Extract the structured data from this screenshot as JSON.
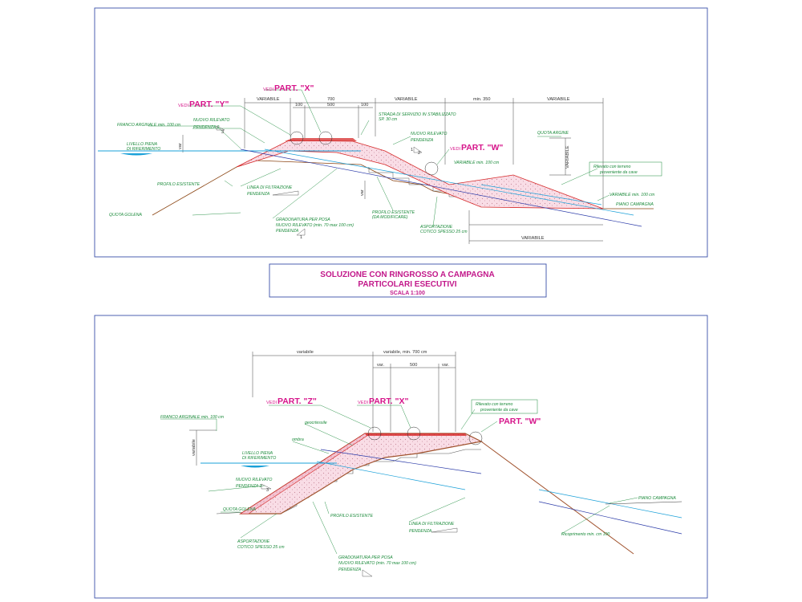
{
  "title_block": {
    "line1": "SOLUZIONE CON RINGROSSO A CAMPAGNA",
    "line2": "PARTICOLARI ESECUTIVI",
    "line3": "SCALA 1:100"
  },
  "top_section": {
    "callouts": {
      "vedi_x": "VEDI",
      "part_x": "PART. \"X\"",
      "vedi_y": "VEDI",
      "part_y": "PART. \"Y\"",
      "vedi_w": "VEDI",
      "part_w": "PART. \"W\""
    },
    "dimensions": {
      "variabile_1": "VARIABILE",
      "d700": "700",
      "d100a": "100",
      "d500": "500",
      "d100b": "100",
      "variabile_2": "VARIABILE",
      "min350": "min. 350",
      "variabile_3": "VARIABILE",
      "var_left": "var",
      "var_mid": "var",
      "variabile_vert": "VARIABILE",
      "variabile_bottom": "VARIABILE"
    },
    "labels": {
      "franco": "FRANCO ARGINALE min. 100 cm",
      "nuovo_rilevato_1": "NUOVO RILEVATO",
      "pendenza_1": "PENDENZA 2",
      "pendenza_1_den": "3",
      "livello_piena_1": "LIVELLO PIENA",
      "livello_piena_2": "DI RIFERIMENTO",
      "profilo_esistente": "PROFILO ESISTENTE",
      "linea_filtrazione": "LINEA DI FILTRAZIONE",
      "pendenza_filtr": "PENDENZA",
      "quota_golena": "QUOTA GOLENA",
      "strada_1": "STRADA DI SERVIZIO IN STABILIZZATO",
      "strada_2": "SP. 30 cm",
      "nuovo_rilevato_2": "NUOVO RILEVATO",
      "pendenza_2": "PENDENZA",
      "pendenza_2_num": "1",
      "pendenza_2_den": "2",
      "quota_argine": "QUOTA ARGINE",
      "variabile_min": "VARIABILE min. 100 cm",
      "rilevato_1": "Rilevato con terreno",
      "rilevato_2": "proveniente da cave",
      "variabile_min_right": "VARIABILE min. 100 cm",
      "piano_campagna": "PIANO CAMPAGNA",
      "profilo_esistente_2a": "PROFILO ESISTENTE",
      "profilo_esistente_2b": "(DA MODIFICARE)",
      "gradonatura_1": "GRADONATURA PER POSA",
      "gradonatura_2": "NUOVO RILEVATO (min. 70 max 100 cm)",
      "gradonatura_3": "PENDENZA",
      "gradonatura_num": "1",
      "asportazione_1": "ASPORTAZIONE",
      "asportazione_2": "COTICO SPESSO 25 cm"
    }
  },
  "bottom_section": {
    "callouts": {
      "vedi_z": "VEDI",
      "part_z": "PART. \"Z\"",
      "vedi_x": "VEDI",
      "part_x": "PART. \"X\"",
      "part_w": "PART. \"W\""
    },
    "dimensions": {
      "variabile_1": "variabile",
      "variabile_2": "variabile, min. 700 cm",
      "var_a": "var.",
      "d500": "500",
      "var_b": "var.",
      "variabile_vert": "variabile"
    },
    "labels": {
      "franco": "FRANCO ARGINALE min. 100 cm",
      "geotessile": "geocrtessile",
      "ombra": "ombra",
      "livello_piena_1": "LIVELLO PIENA",
      "livello_piena_2": "DI RIFERIMENTO",
      "nuovo_rilevato": "NUOVO RILEVATO",
      "pendenza": "PENDENZA 2",
      "pendenza_den": "3",
      "quota_golena": "QUOTA GOLENA",
      "rilevato_1": "Rilevato con terreno",
      "rilevato_2": "proveniente da cave",
      "piano_campagna": "PIANO CAMPAGNA",
      "profilo_esistente": "PROFILO ESISTENTE",
      "linea_filtrazione": "LINEA DI FILTRAZIONE",
      "pendenza_filtr": "PENDENZA",
      "asportazione_1": "ASPORTAZIONE",
      "asportazione_2": "COTICO SPESSO 25 cm",
      "gradonatura_1": "GRADONATURA PER POSA",
      "gradonatura_2": "NUOVO RILEVATO (min. 70 max 100 cm)",
      "gradonatura_3": "PENDENZA",
      "ricoprimento": "Ricoprimento min. cm 100"
    }
  },
  "colors": {
    "frame": "#3a4fa8",
    "fill_pink": "#f7d6e0",
    "embankment_brown": "#a0522d",
    "cyan": "#1aa0d8",
    "blue": "#2a3aa8",
    "magenta": "#d6148a",
    "green": "#1a8a3a",
    "red": "#d62828"
  }
}
